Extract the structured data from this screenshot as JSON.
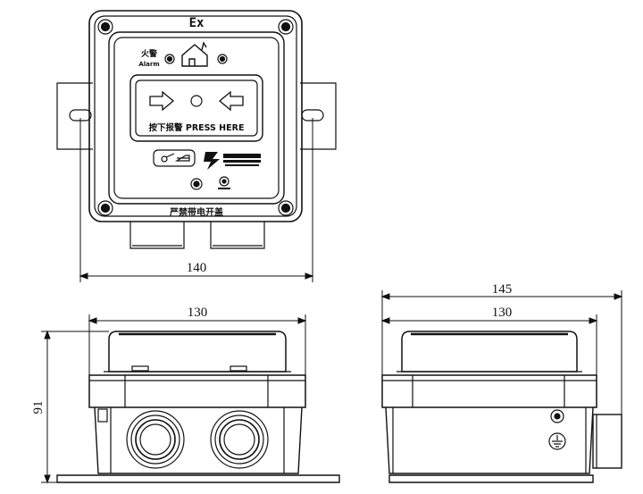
{
  "front_view": {
    "ex_mark": "Ex",
    "alarm_cn": "火警",
    "alarm_en": "Alarm",
    "press_label": "按下报警 PRESS HERE",
    "brand_text": "",
    "footer_label": "严禁带电开盖",
    "width_dim": "140"
  },
  "side_view_a": {
    "width_dim": "130",
    "height_dim": "91"
  },
  "side_view_b": {
    "overall_dim": "145",
    "width_dim": "130"
  }
}
